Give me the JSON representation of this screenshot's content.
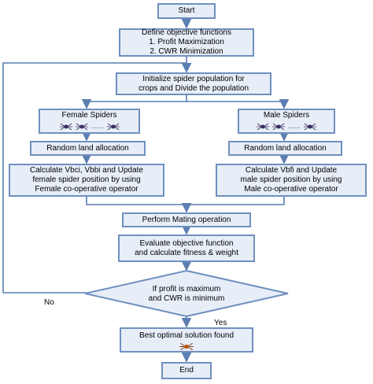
{
  "nodes": {
    "start": "Start",
    "define": [
      "Define objective functions",
      "1. Profit Maximization",
      "2. CWR Minimization"
    ],
    "init": [
      "Initialize spider population for",
      "crops and Divide the population"
    ],
    "female": "Female Spiders",
    "female_ellipsis": "……",
    "male": "Male Spiders",
    "male_ellipsis": "……",
    "rand_left": "Random land allocation",
    "rand_right": "Random land allocation",
    "calc_left": [
      "Calculate Vbci,  Vbbi and Update",
      "female spider position by using",
      "Female co-operative operator"
    ],
    "calc_right": [
      "Calculate Vbfi and Update",
      "male spider position by using",
      "Male co-operative operator"
    ],
    "mating": "Perform Mating operation",
    "evaluate": [
      "Evaluate objective function",
      "and calculate fitness & weight"
    ],
    "decision": [
      "If profit is maximum",
      "and CWR is minimum"
    ],
    "best": "Best optimal solution found",
    "end": "End"
  },
  "edges": {
    "no": "No",
    "yes": "Yes"
  },
  "colors": {
    "box_fill": "#e7eef8",
    "box_border": "#6f90bf",
    "arrow": "#5a7fb0"
  }
}
